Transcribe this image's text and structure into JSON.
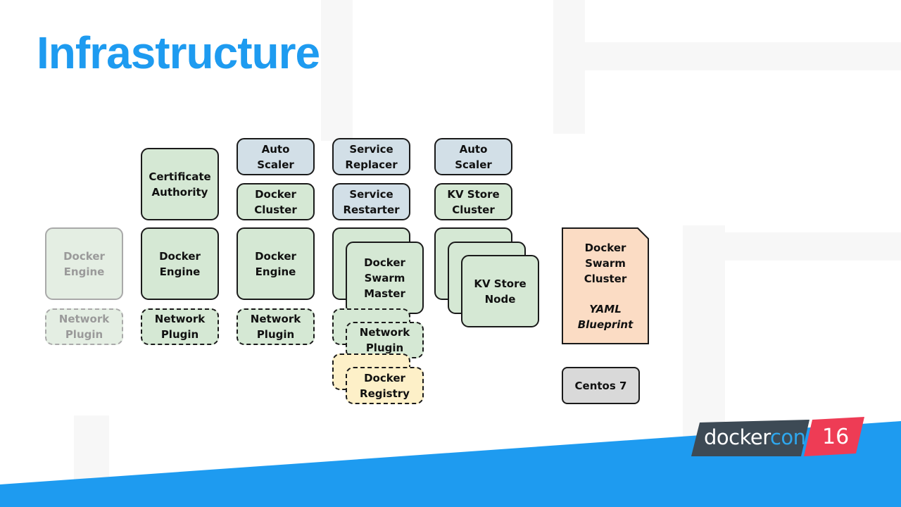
{
  "title": "Infrastructure",
  "columns": {
    "col1": {
      "docker_engine": "Docker\nEngine",
      "network_plugin": "Network\nPlugin"
    },
    "col2": {
      "certificate_authority": "Certificate\nAuthority",
      "docker_engine": "Docker\nEngine",
      "network_plugin": "Network\nPlugin"
    },
    "col3": {
      "auto_scaler": "Auto\nScaler",
      "docker_cluster": "Docker\nCluster",
      "docker_engine": "Docker\nEngine",
      "network_plugin": "Network\nPlugin"
    },
    "col4": {
      "service_replacer": "Service\nReplacer",
      "service_restarter": "Service\nRestarter",
      "docker_swarm_master": "Docker\nSwarm\nMaster",
      "network_plugin": "Network\nPlugin",
      "docker_registry": "Docker\nRegistry"
    },
    "col5": {
      "auto_scaler": "Auto\nScaler",
      "kv_store_cluster": "KV Store\nCluster",
      "kv_store_node": "KV Store\nNode"
    }
  },
  "blueprint": {
    "heading": "Docker\nSwarm\nCluster",
    "subtitle": "YAML\nBlueprint"
  },
  "os": {
    "label": "Centos 7"
  },
  "logo": {
    "docker": "docker",
    "con": "con",
    "year": "16"
  },
  "colors": {
    "title": "#1e9bf0",
    "green": "#d5e8d4",
    "blue": "#d2dfe7",
    "yellow": "#fdf0c8",
    "peach": "#fbdcc4",
    "grey": "#d9d9d9",
    "band": "#1e9bf0",
    "logo_dark": "#3d4a55",
    "logo_red": "#ee3c55"
  }
}
